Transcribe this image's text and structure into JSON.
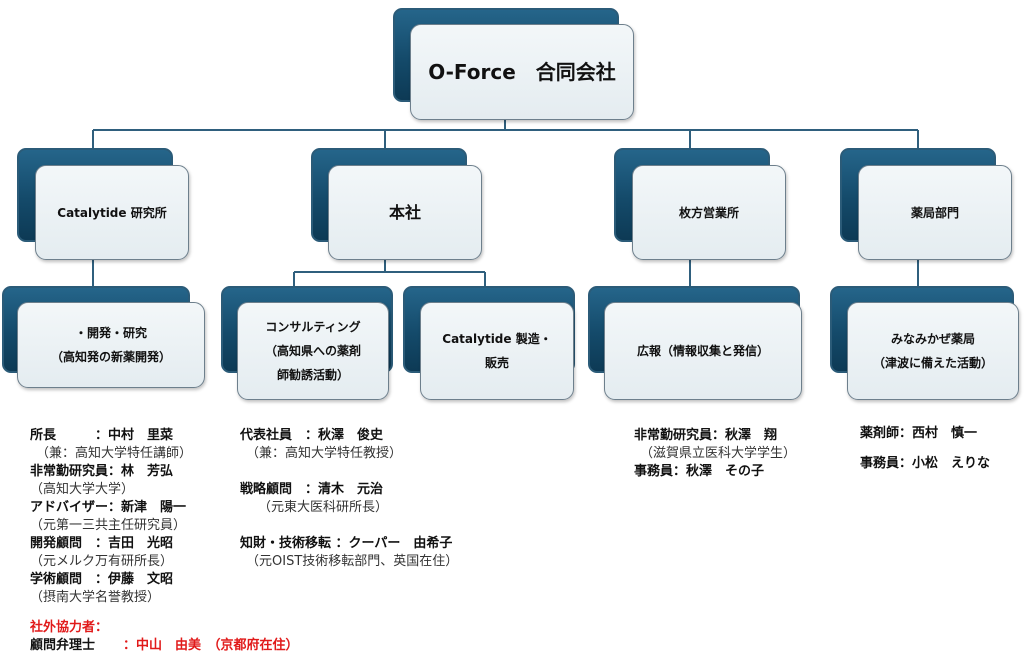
{
  "top": {
    "label": "O-Force　合同会社"
  },
  "divisions": [
    {
      "label": "Catalytide 研究所"
    },
    {
      "label": "本社"
    },
    {
      "label": "枚方営業所"
    },
    {
      "label": "薬局部門"
    }
  ],
  "sub_boxes": [
    {
      "line1": "・開発・研究",
      "line2": "（高知発の新薬開発）"
    },
    {
      "line1": "コンサルティング",
      "line2": "（高知県への薬剤",
      "line3": "師勧誘活動）"
    },
    {
      "line1": "Catalytide 製造・",
      "line2": "販売"
    },
    {
      "line1": "広報（情報収集と発信）"
    },
    {
      "line1": "みなみかぜ薬局",
      "line2": "（津波に備えた活動）"
    }
  ],
  "research_staff": [
    {
      "text": "所長　　　：中村　里菜",
      "bold": true
    },
    {
      "text": "（兼：高知大学特任講師）",
      "bold": false
    },
    {
      "text": "非常勤研究員：林　芳弘",
      "bold": true
    },
    {
      "text": "（高知大学大学）",
      "bold": false
    },
    {
      "text": "アドバイザー：新津　陽一",
      "bold": true
    },
    {
      "text": "（元第一三共主任研究員）",
      "bold": false
    },
    {
      "text": "開発顧問　：吉田　光昭",
      "bold": true
    },
    {
      "text": "（元メルク万有研所長）",
      "bold": false
    },
    {
      "text": "学術顧問　：伊藤　文昭",
      "bold": true
    },
    {
      "text": "（摂南大学名誉教授）",
      "bold": false
    }
  ],
  "external": {
    "heading": "社外協力者：",
    "role": "顧問弁理士",
    "name": "：中山　由美　（京都府在住）"
  },
  "hq_staff": [
    {
      "text": "代表社員　：秋澤　俊史",
      "bold": true
    },
    {
      "text": "（兼：高知大学特任教授）",
      "bold": false
    },
    {
      "text": "戦略顧問　：清木　元治",
      "bold": true
    },
    {
      "text": "（元東大医科研所長）",
      "bold": false
    },
    {
      "text": "知財・技術移転 ：クーパー　由希子",
      "bold": true
    },
    {
      "text": "（元OIST技術移転部門、英国在住）",
      "bold": false
    }
  ],
  "hirakata_staff": [
    {
      "text": "非常勤研究員：秋澤　翔",
      "bold": true
    },
    {
      "text": "（滋賀県立医科大学学生）",
      "bold": false
    },
    {
      "text": "事務員：秋澤　その子",
      "bold": true
    }
  ],
  "pharmacy_staff": [
    {
      "text": "薬剤師：西村　慎一",
      "bold": true
    },
    {
      "text": "事務員：小松　えりな",
      "bold": true
    }
  ],
  "colors": {
    "box_back": "#144a6a",
    "box_front": "#e8eef2",
    "connector": "#2f5f7d",
    "highlight": "#e11a1a"
  }
}
